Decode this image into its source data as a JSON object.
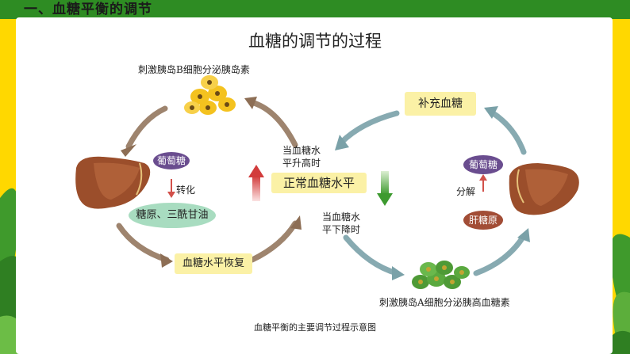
{
  "page": {
    "section_heading": "一、血糖平衡的调节",
    "title": "血糖的调节的过程",
    "caption": "血糖平衡的主要调节过程示意图"
  },
  "diagram": {
    "beta_label": "刺激胰岛B细胞分泌胰岛素",
    "alpha_label": "刺激胰岛A细胞分泌胰高血糖素",
    "center_box": "正常血糖水平",
    "high_text": [
      "当血糖水",
      "平升高时"
    ],
    "low_text": [
      "当血糖水",
      "平下降时"
    ],
    "left_glucose": "葡萄糖",
    "left_transform": "转化",
    "left_storage": "糖原、三酰甘油",
    "left_recover": "血糖水平恢复",
    "right_supply": "补充血糖",
    "right_glucose": "葡萄糖",
    "right_decompose": "分解",
    "right_glycogen": "肝糖原"
  },
  "colors": {
    "yellow_bar": "#ffd800",
    "green_bar": "#2e8c23",
    "box_yellow": "#fbf1a6",
    "pill_purple": "#6a4d8f",
    "pill_green": "#a8dcc0",
    "pill_brown": "#a24d36",
    "arrow_brown": "#8d6e55",
    "arrow_teal": "#7aa1a8",
    "arrow_red": "#d23c3c",
    "arrow_green": "#3d9a2f"
  },
  "icons": [
    "liver-icon",
    "beta-cell-cluster-icon",
    "alpha-cell-cluster-icon",
    "leaf-decoration-icon"
  ]
}
